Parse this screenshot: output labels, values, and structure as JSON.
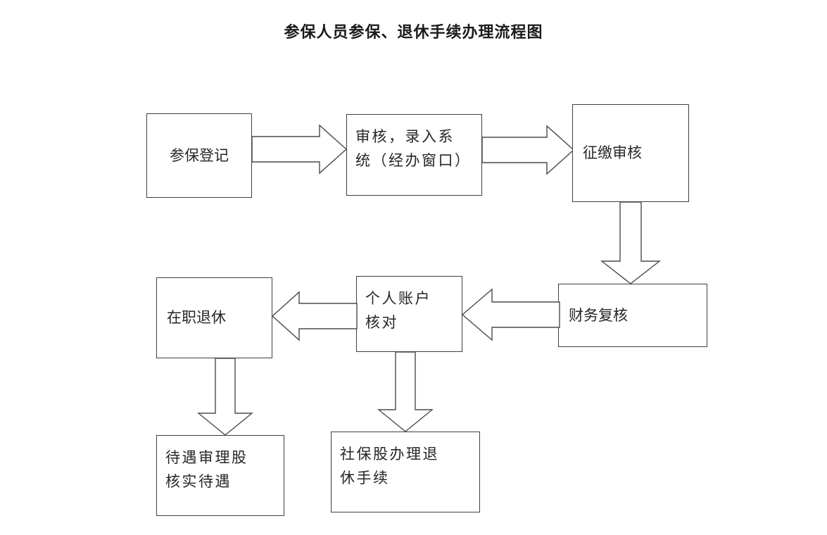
{
  "document": {
    "title": "参保人员参保、退休手续办理流程图",
    "type": "flowchart",
    "background_color": "#ffffff",
    "line_color": "#4a4a4a",
    "text_color": "#262626"
  },
  "nodes": [
    {
      "id": "n1",
      "label": "参保登记"
    },
    {
      "id": "n2",
      "label": "审核，录入系\n统（经办窗口）"
    },
    {
      "id": "n3",
      "label": "征缴审核"
    },
    {
      "id": "n4",
      "label": "财务复核"
    },
    {
      "id": "n5",
      "label": "个人账户\n核对"
    },
    {
      "id": "n6",
      "label": "在职退休"
    },
    {
      "id": "n7",
      "label": "待遇审理股\n核实待遇"
    },
    {
      "id": "n8",
      "label": "社保股办理退\n休手续"
    }
  ],
  "edges": [
    {
      "id": "e1",
      "from": "参保登记",
      "to": "审核，录入系统（经办窗口）",
      "direction": "right"
    },
    {
      "id": "e2",
      "from": "审核，录入系统（经办窗口）",
      "to": "征缴审核",
      "direction": "right"
    },
    {
      "id": "e3",
      "from": "征缴审核",
      "to": "财务复核",
      "direction": "down"
    },
    {
      "id": "e4",
      "from": "财务复核",
      "to": "个人账户核对",
      "direction": "left"
    },
    {
      "id": "e5",
      "from": "个人账户核对",
      "to": "在职退休",
      "direction": "left"
    },
    {
      "id": "e6",
      "from": "在职退休",
      "to": "待遇审理股核实待遇",
      "direction": "down"
    },
    {
      "id": "e7",
      "from": "个人账户核对",
      "to": "社保股办理退休手续",
      "direction": "down"
    }
  ]
}
